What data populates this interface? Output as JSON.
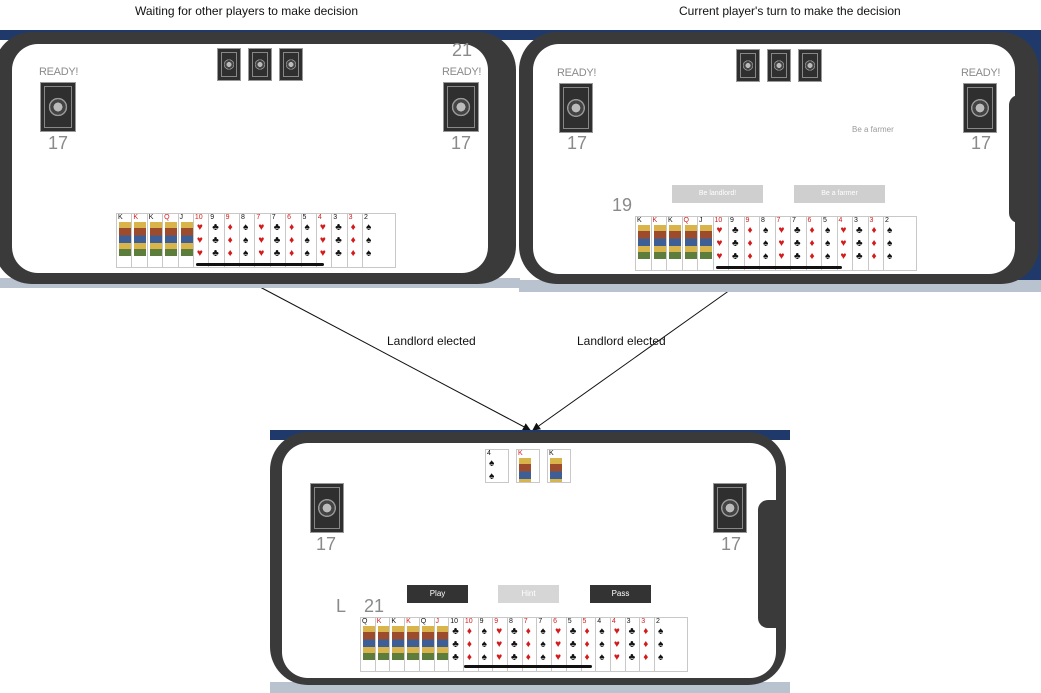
{
  "captions": {
    "left_title": "Waiting for other players to make decision",
    "right_title": "Current player's turn to make the decision",
    "edge_left_label": "Landlord elected",
    "edge_right_label": "Landlord elected"
  },
  "screen_waiting": {
    "left_player": {
      "status": "READY!",
      "count": "17"
    },
    "right_player": {
      "status": "READY!",
      "count": "17"
    },
    "timer": "21",
    "hand_cards": [
      "K",
      "K",
      "K",
      "Q",
      "J",
      "10",
      "9",
      "9",
      "8",
      "7",
      "7",
      "6",
      "5",
      "4",
      "3",
      "3",
      "2"
    ]
  },
  "screen_decision": {
    "left_player": {
      "status": "READY!",
      "count": "17"
    },
    "right_player": {
      "status": "READY!",
      "count": "17",
      "choice": "Be a farmer"
    },
    "timer": "19",
    "buttons": {
      "landlord": "Be landlord!",
      "farmer": "Be a farmer"
    },
    "hand_cards": [
      "K",
      "K",
      "K",
      "Q",
      "J",
      "10",
      "9",
      "9",
      "8",
      "7",
      "7",
      "6",
      "5",
      "4",
      "3",
      "3",
      "2"
    ]
  },
  "screen_landlord": {
    "bottom_cards": [
      "4",
      "K",
      "K"
    ],
    "left_player": {
      "count": "17"
    },
    "right_player": {
      "count": "17"
    },
    "role": "L",
    "timer": "21",
    "buttons": {
      "play": "Play",
      "hint": "Hint",
      "pass": "Pass"
    },
    "hand_cards": [
      "Q",
      "K",
      "K",
      "K",
      "Q",
      "J",
      "10",
      "10",
      "9",
      "9",
      "8",
      "7",
      "7",
      "6",
      "5",
      "5",
      "4",
      "4",
      "3",
      "3",
      "2"
    ]
  },
  "colors": {
    "phone_frame": "#3a3a3a",
    "red_suit": "#d41a1a",
    "black_suit": "#111111",
    "button_dark": "#333333",
    "button_light": "#cfcfcf"
  }
}
